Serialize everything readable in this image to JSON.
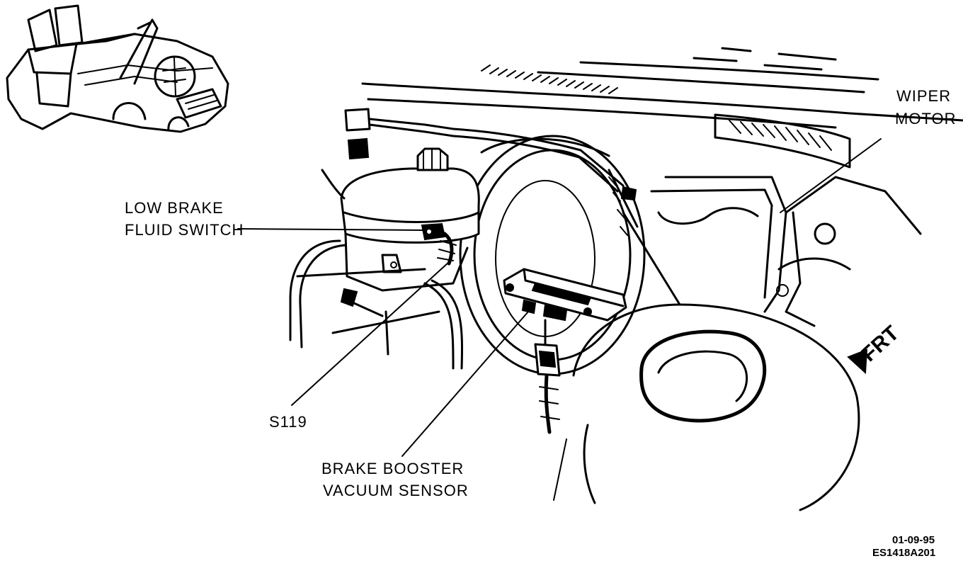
{
  "labels": {
    "wiper_motor_line1": "WIPER",
    "wiper_motor_line2": "MOTOR",
    "low_brake_line1": "LOW BRAKE",
    "low_brake_line2": "FLUID SWITCH",
    "splice": "S119",
    "booster_line1": "BRAKE BOOSTER",
    "booster_line2": "VACUUM SENSOR",
    "front_marker": "FRT"
  },
  "footer": {
    "date": "01-09-95",
    "figure_code": "ES1418A201"
  },
  "icons": {
    "locator": "vehicle-locator-icon",
    "front_arrow": "front-direction-arrow-icon"
  }
}
